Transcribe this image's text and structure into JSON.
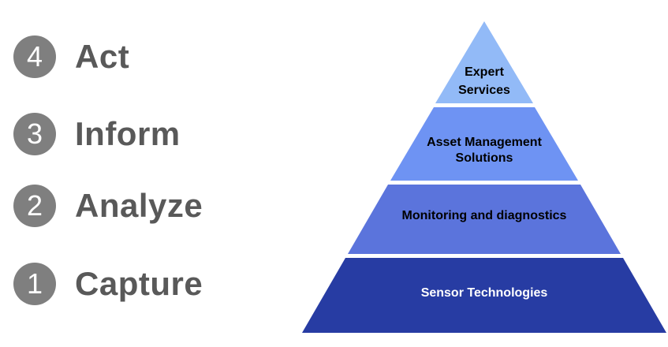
{
  "diagram": {
    "steps": [
      {
        "number": "4",
        "label": "Act"
      },
      {
        "number": "3",
        "label": "Inform"
      },
      {
        "number": "2",
        "label": "Analyze"
      },
      {
        "number": "1",
        "label": "Capture"
      }
    ],
    "pyramid_layers": [
      {
        "line1": "Expert",
        "line2": "Services",
        "fill": "#92BAF7",
        "text_color": "#000000"
      },
      {
        "line1": "Asset Management",
        "line2": "Solutions",
        "fill": "#6E93F3",
        "text_color": "#000000"
      },
      {
        "line1": "Monitoring and diagnostics",
        "fill": "#5B74DC",
        "text_color": "#000000"
      },
      {
        "line1": "Sensor Technologies",
        "fill": "#273CA3",
        "text_color": "#FFFFFF"
      }
    ],
    "colors": {
      "step_circle": "#7F7F7F",
      "step_number": "#FFFFFF",
      "step_label": "#595959",
      "background": "#FFFFFF",
      "layer_gap": "#FFFFFF"
    }
  }
}
